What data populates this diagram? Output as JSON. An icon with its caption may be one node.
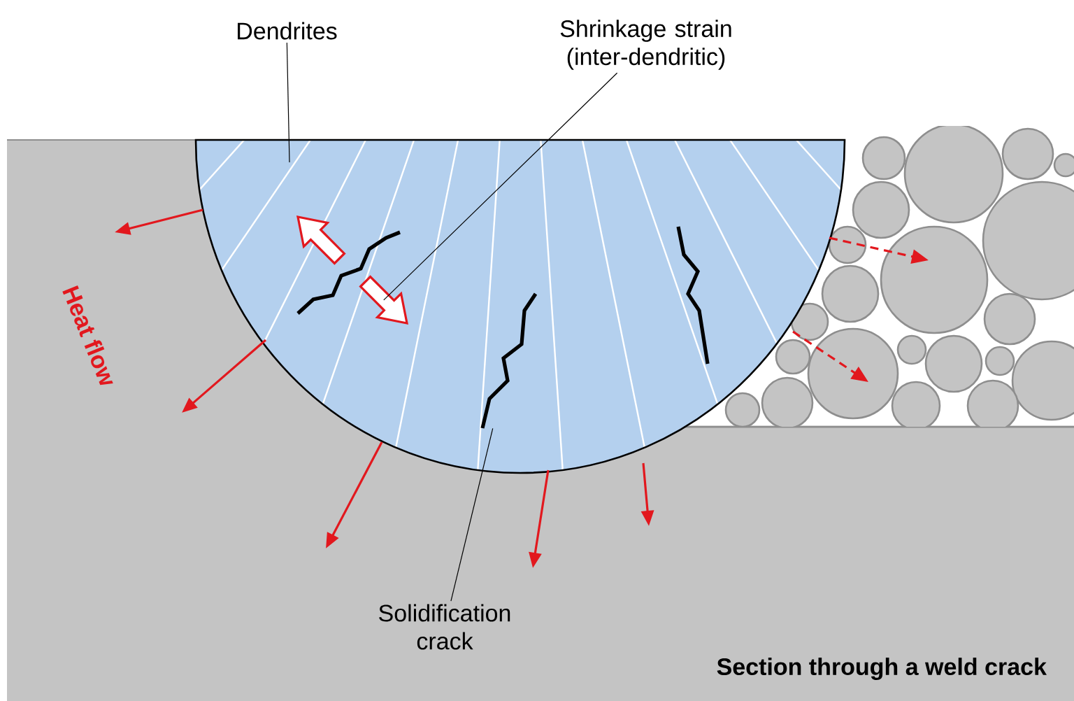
{
  "diagram": {
    "caption": "Section through a weld crack",
    "nodes": [
      {
        "text": [
          "Dendrites"
        ]
      },
      {
        "text": [
          "Shrinkage strain (inter-dendritic)"
        ]
      },
      {
        "text": [
          "Solidification crack"
        ]
      },
      {
        "text": [],
        "shape": "picture"
      },
      {
        "text": [],
        "shape": "picture"
      },
      {
        "text": [],
        "shape": "picture"
      },
      {
        "text": [],
        "shape": "arrow"
      },
      {
        "text": [],
        "shape": "arrow"
      }
    ],
    "edges": [
      {
        "from": 0,
        "to": null,
        "arrow": "none"
      },
      {
        "from": 1,
        "to": 7,
        "arrow": "none"
      },
      {
        "from": 2,
        "to": 4,
        "arrow": "none"
      }
    ],
    "labels": [
      "Heat flow"
    ]
  }
}
